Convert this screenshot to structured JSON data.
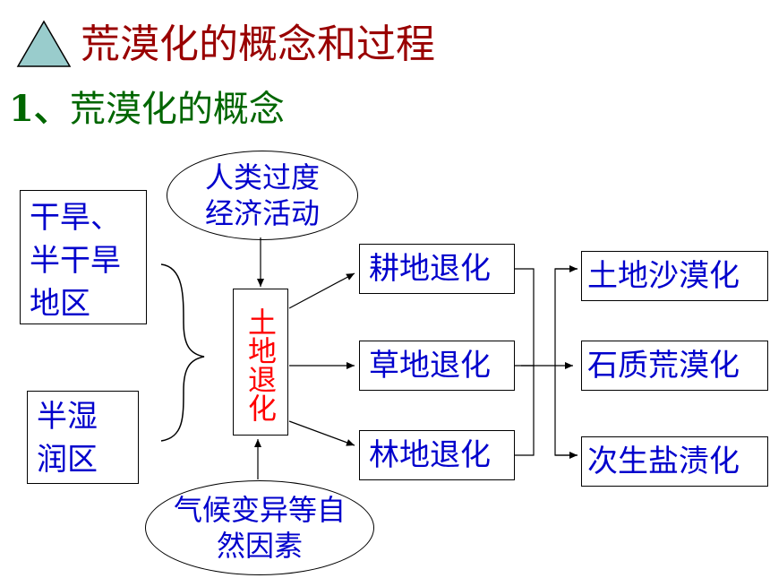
{
  "title": "荒漠化的概念和过程",
  "subtitle": {
    "number": "1、",
    "text": "荒漠化的概念"
  },
  "regions": {
    "arid": "干旱、\n半干旱\n地区",
    "humid": "半湿\n润区"
  },
  "human_factor": "人类过度\n经济活动",
  "natural_factor": "气候变异等自\n然因素",
  "center": "土地退化",
  "degradation": [
    "耕地退化",
    "草地退化",
    "林地退化"
  ],
  "results": [
    "土地沙漠化",
    "石质荒漠化",
    "次生盐渍化"
  ],
  "colors": {
    "title": "#990000",
    "subtitle": "#006600",
    "text": "#0000cc",
    "center": "#ff0000",
    "triangle": "#99cccc"
  }
}
